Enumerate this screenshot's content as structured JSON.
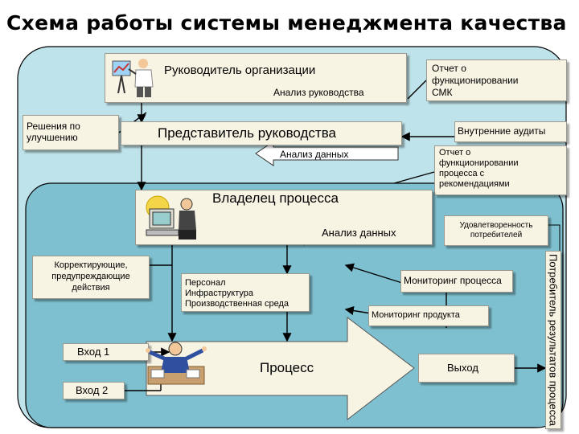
{
  "title": "Схема работы системы менеджмента качества",
  "nodes": {
    "head": "Руководитель организации",
    "mgmt_review": "Анализ руководства",
    "smk_report": [
      "Отчет о",
      "функционировании",
      "СМК"
    ],
    "improvement": [
      "Решения по",
      "улучшению"
    ],
    "representative": "Представитель руководства",
    "internal_audits": "Внутренние аудиты",
    "data_analysis_1": "Анализ данных",
    "process_report": [
      "Отчет о",
      "функционировании",
      "процесса с",
      "рекомендациями"
    ],
    "process_owner": "Владелец процесса",
    "data_analysis_2": "Анализ данных",
    "satisfaction": [
      "Удовлетворенность",
      "потребителей"
    ],
    "corrective": [
      "Корректирующие,",
      "предупреждающие",
      "действия"
    ],
    "resources": [
      "Персонал",
      "Инфраструктура",
      "Производственная среда"
    ],
    "process_monitoring": "Мониторинг процесса",
    "product_monitoring": "Мониторинг продукта",
    "input1": "Вход 1",
    "input2": "Вход 2",
    "process": "Процесс",
    "output": "Выход",
    "customer": "Потребитель результатов процесса"
  },
  "icons": [
    "presenter-clipart-icon",
    "computer-worker-clipart-icon",
    "busy-worker-clipart-icon"
  ]
}
